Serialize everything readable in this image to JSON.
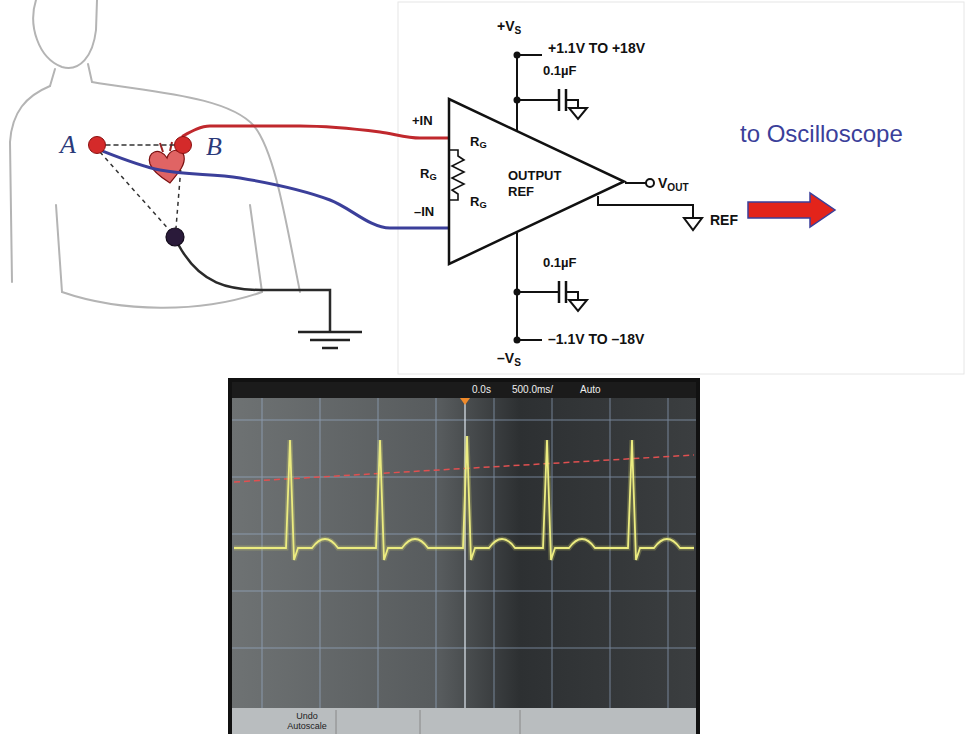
{
  "diagram": {
    "nodes": [
      {
        "text": [
          "A"
        ]
      },
      {
        "text": [
          "B"
        ]
      },
      {
        "text": [
          "OUTPUT REF"
        ]
      }
    ],
    "edges": [
      {
        "from": 0,
        "to": 1,
        "arrow": "none"
      },
      {
        "from": 1,
        "to": 2,
        "arrow": "none"
      },
      {
        "from": 0,
        "to": 2,
        "arrow": "none"
      }
    ],
    "labels": [
      "+VS",
      "+1.1V TO +18V",
      "0.1µF",
      "+IN",
      "RG",
      "RG",
      "RG",
      "–IN",
      "VOUT",
      "REF",
      "0.1µF",
      "–1.1V TO –18V",
      "–VS",
      "to Oscilloscope",
      "0.0s",
      "500.0ms/",
      "Auto",
      "Undo Autoscale"
    ]
  }
}
